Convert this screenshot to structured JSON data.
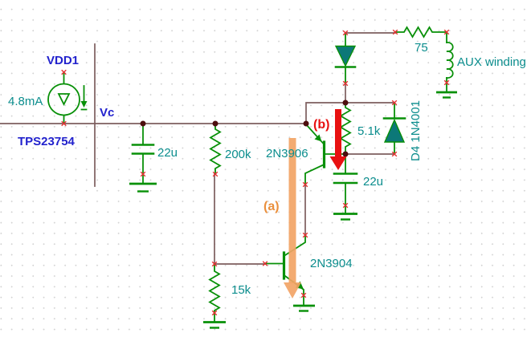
{
  "schematic": {
    "labels": {
      "supply_net": "VDD1",
      "current_source_value": "4.8mA",
      "ic_name": "TPS23754",
      "net_vc": "Vc",
      "cap_left_value": "22u",
      "res_200k_value": "200k",
      "pnp_part": "2N3906",
      "res_5k1_value": "5.1k",
      "cap_right_value": "22u",
      "diode_d4_name": "D4 1N4001",
      "res_75_value": "75",
      "aux_winding_label": "AUX winding",
      "npn_part": "2N3904",
      "res_15k_value": "15k",
      "annotation_a": "(a)",
      "annotation_b": "(b)"
    },
    "colors": {
      "background": "#ffffff",
      "grid_dot": "#d2d2d2",
      "symbol_green": "#089008",
      "wire_brown": "#7d5e5e",
      "label_teal": "#0b8d8d",
      "label_blue": "#2222cd",
      "diode_fill_teal": "#0c7878",
      "junction_dot_maroon": "#4d0e0e",
      "pin_marker_red": "#e23131",
      "arrow_a_orange": "#f2a466",
      "arrow_b_red": "#e81111"
    }
  }
}
